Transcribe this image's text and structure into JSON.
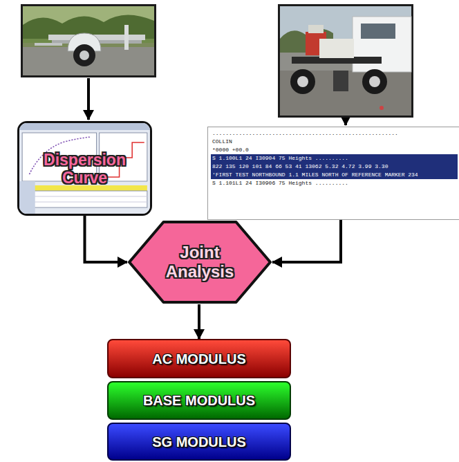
{
  "diagram": {
    "nodes": [
      {
        "text": [
          "Dispersion Curve"
        ]
      },
      {
        "text": [
          "........................................................",
          "COLLIN",
          "*0000 +00.0",
          "S 1.100L1 24 I30904 75 Heights ..........",
          "822 135 120 101 84 66 53 41 13062 5.32 4.72 3.99 3.30",
          "'FIRST TEST NORTHBOUND 1.1 MILES NORTH OF REFERENCE MARKER 234",
          "S 1.101L1 24 I30906 75 Heights .........."
        ]
      },
      {
        "text": [
          "Joint Analysis"
        ]
      },
      {
        "text": [
          "AC MODULUS"
        ]
      },
      {
        "text": [
          "BASE MODULUS"
        ]
      },
      {
        "text": [
          "SG MODULUS"
        ]
      }
    ],
    "edges": [
      {
        "from": 0,
        "to": 2,
        "arrow": "to"
      },
      {
        "from": 1,
        "to": 2,
        "arrow": "to"
      },
      {
        "from": 2,
        "to": 3,
        "arrow": "to"
      }
    ]
  }
}
